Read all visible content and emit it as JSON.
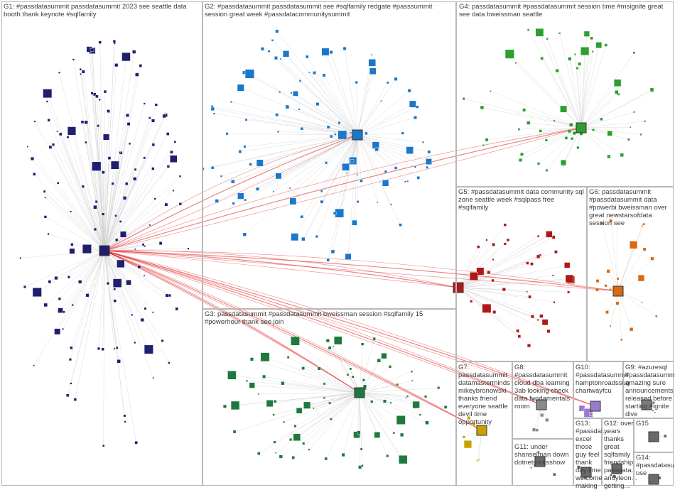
{
  "groups": [
    {
      "id": "G1",
      "label": "G1: #passdatasummit passdatasummit 2023 see seattle data booth thank keynote #sqlfamily",
      "color": "#1f1f6e"
    },
    {
      "id": "G2",
      "label": "G2: #passdatasummit passdatasummit see #sqlfamily redgate #passsummit session great week #passdatacommunitysummit",
      "color": "#1a78c8"
    },
    {
      "id": "G3",
      "label": "G3: passdatasummit #passdatasummit bweissman session #sqlfamily 15 #powerhour thank see join",
      "color": "#1e7a3c"
    },
    {
      "id": "G4",
      "label": "G4: passdatasummit #passdatasummit session time #msignite great see data bweissman seattle",
      "color": "#2e9e2e"
    },
    {
      "id": "G5",
      "label": "G5: #passdatasummit data community sql zone seattle week #sqlpass free #sqlfamily",
      "color": "#b01818"
    },
    {
      "id": "G6",
      "label": "G6: passdatasummit #passdatasummit data #powerbi bweissman over great newstarsofdata session see",
      "color": "#d86a10"
    },
    {
      "id": "G7",
      "label": "G7: passdatasummit datamasterminds mikeybronowski thanks friend everyone seattle devil time opportunity",
      "color": "#c8a000"
    },
    {
      "id": "G8",
      "label": "G8: #passdatasummit cloud dba learning 3ab looking check data fundamentals room",
      "color": "#8a8a8a"
    },
    {
      "id": "G9",
      "label": "G9: #azuresql #passdatasummit amazing sure announcements released before starting #ignite dive",
      "color": "#7a7a7a"
    },
    {
      "id": "G10",
      "label": "G10: #passdatasummit hamptonroadssug chartwayfcu",
      "color": "#9a7ad0"
    },
    {
      "id": "G11",
      "label": "G11: under shanselman down dotnetrocksshow",
      "color": "#6a6a6a"
    },
    {
      "id": "G12",
      "label": "G12: over years thanks great sqlfamily friendship passdata... andyleon... getting...",
      "color": "#6a6a6a"
    },
    {
      "id": "G13",
      "label": "G13: #passdat... excel those guy feel thank day time welcome making",
      "color": "#6a6a6a"
    },
    {
      "id": "G14",
      "label": "G14: #passdatasu... use",
      "color": "#6a6a6a"
    },
    {
      "id": "G15",
      "label": "G15",
      "color": "#6a6a6a"
    }
  ],
  "colors": {
    "edge": "#cfcfcf",
    "hub_edge": "#e02020",
    "border": "#b8b8b8"
  }
}
